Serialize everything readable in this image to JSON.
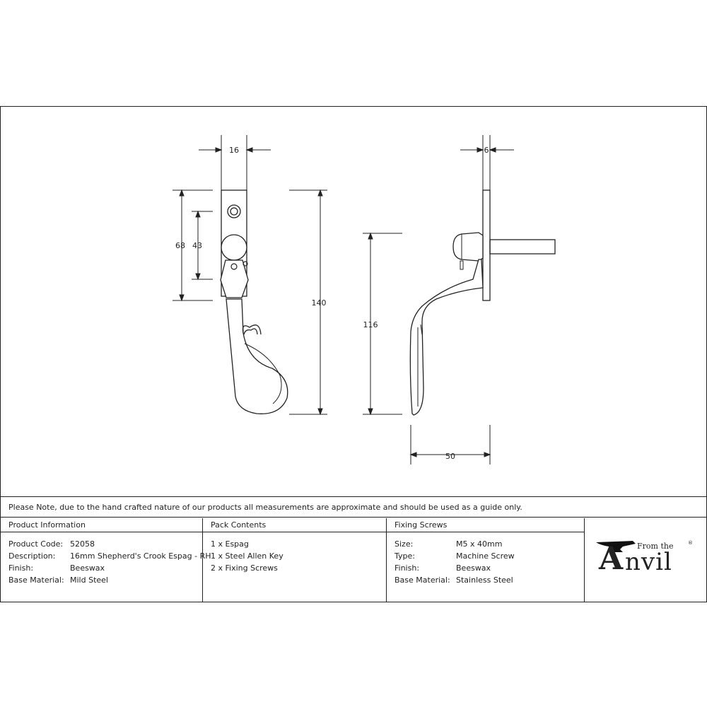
{
  "dimensions": {
    "front_width": "16",
    "front_height_overall": "68",
    "front_height_holes": "43",
    "front_height_total": "140",
    "side_depth": "6",
    "side_height": "116",
    "side_projection": "50"
  },
  "note": "Please Note, due to the hand crafted nature of our products all measurements are approximate and should be used as a guide only.",
  "product_information": {
    "heading": "Product Information",
    "rows": [
      {
        "key": "Product Code:",
        "value": "52058"
      },
      {
        "key": "Description:",
        "value": "16mm Shepherd's Crook Espag - RH"
      },
      {
        "key": "Finish:",
        "value": "Beeswax"
      },
      {
        "key": "Base Material:",
        "value": "Mild Steel"
      }
    ]
  },
  "pack_contents": {
    "heading": "Pack Contents",
    "items": [
      "1 x Espag",
      "1 x Steel Allen Key",
      "2 x Fixing Screws"
    ]
  },
  "fixing_screws": {
    "heading": "Fixing Screws",
    "rows": [
      {
        "key": "Size:",
        "value": "M5 x 40mm"
      },
      {
        "key": "Type:",
        "value": "Machine Screw"
      },
      {
        "key": "Finish:",
        "value": "Beeswax"
      },
      {
        "key": "Base Material:",
        "value": "Stainless Steel"
      }
    ]
  },
  "logo": {
    "from_the": "From the",
    "letter": "A",
    "rest": "nvil",
    "reg": "®"
  }
}
